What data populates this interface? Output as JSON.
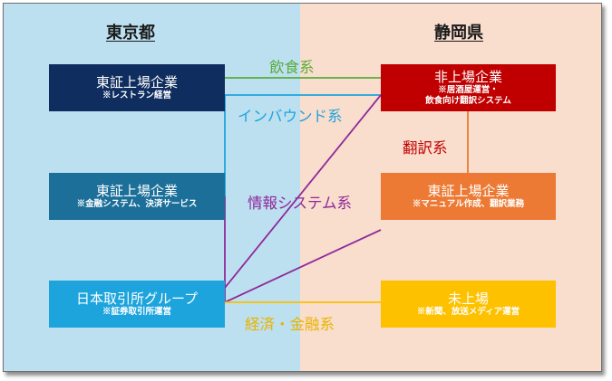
{
  "regions": {
    "tokyo": {
      "title": "東京都",
      "bg": "#bde0f1"
    },
    "shizuoka": {
      "title": "静岡県",
      "bg": "#f9ddcd"
    }
  },
  "companies": {
    "tokyo_1": {
      "title": "東証上場企業",
      "note": "※レストラン経営",
      "color": "#0f2d5e"
    },
    "tokyo_2": {
      "title": "東証上場企業",
      "note": "※金融システム、決済サービス",
      "color": "#1b6f99"
    },
    "tokyo_3": {
      "title": "日本取引所グループ",
      "note": "※証券取引所運営",
      "color": "#1ea4dc"
    },
    "shizuoka_1": {
      "title": "非上場企業",
      "note_lines": [
        "※居酒屋運営・",
        "飲食向け翻訳システム"
      ],
      "color": "#c00000"
    },
    "shizuoka_2": {
      "title": "東証上場企業",
      "note": "※マニュアル作成、翻訳業務",
      "color": "#ec7a34"
    },
    "shizuoka_3": {
      "title": "未上場",
      "note": "※新聞、放送メディア運営",
      "color": "#fdc100"
    }
  },
  "connections": {
    "food": {
      "label": "飲食系",
      "color": "#5aac3b"
    },
    "inbound": {
      "label": "インバウンド系",
      "color": "#1ea4dc"
    },
    "translation": {
      "label": "翻訳系",
      "color": "#c00000",
      "line_color": "#ec7a34"
    },
    "info_system": {
      "label": "情報システム系",
      "color": "#8e2a9a"
    },
    "economy": {
      "label": "経済・金融系",
      "color": "#fdc100"
    }
  }
}
